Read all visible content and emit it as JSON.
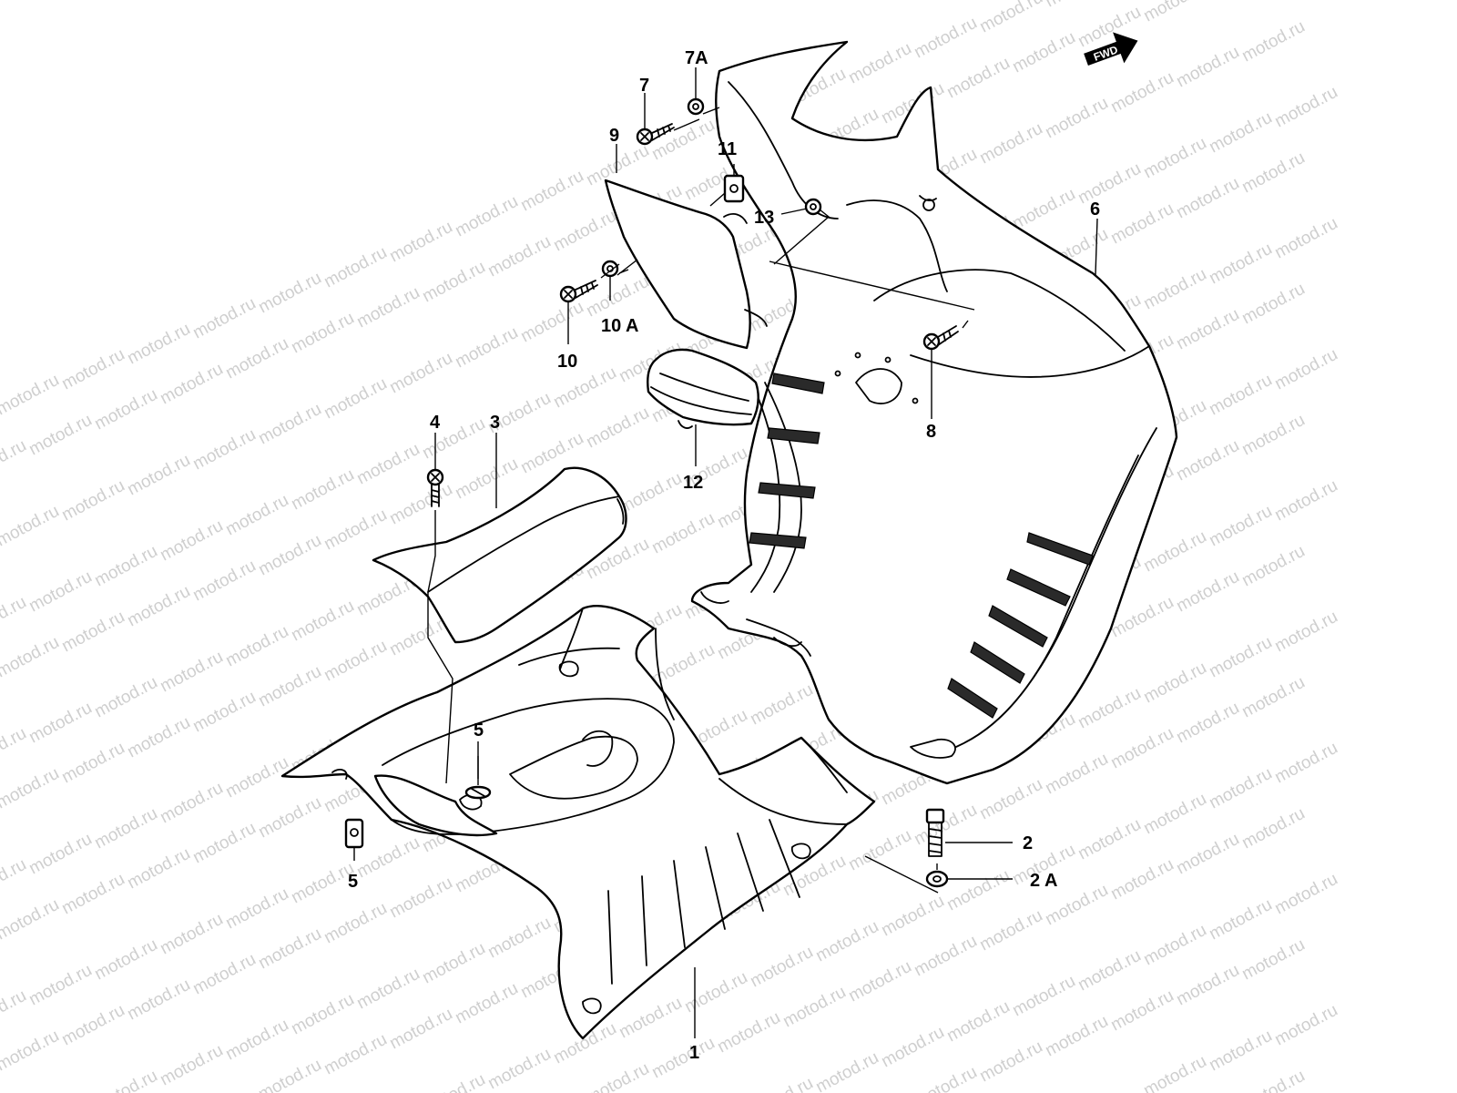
{
  "watermark": {
    "text": "motod.ru"
  },
  "direction_badge": {
    "label": "FWD",
    "icon": "forward-arrow-icon"
  },
  "callouts": [
    {
      "id": "c7a",
      "label": "7A"
    },
    {
      "id": "c7",
      "label": "7"
    },
    {
      "id": "c9",
      "label": "9"
    },
    {
      "id": "c11",
      "label": "11"
    },
    {
      "id": "c13",
      "label": "13"
    },
    {
      "id": "c6",
      "label": "6"
    },
    {
      "id": "c10a",
      "label": "10 A"
    },
    {
      "id": "c10",
      "label": "10"
    },
    {
      "id": "c8",
      "label": "8"
    },
    {
      "id": "c12",
      "label": "12"
    },
    {
      "id": "c4",
      "label": "4"
    },
    {
      "id": "c3",
      "label": "3"
    },
    {
      "id": "c5a",
      "label": "5"
    },
    {
      "id": "c5b",
      "label": "5"
    },
    {
      "id": "c2",
      "label": "2"
    },
    {
      "id": "c2a",
      "label": "2 A"
    },
    {
      "id": "c1",
      "label": "1"
    }
  ],
  "colors": {
    "line": "#000000",
    "background": "#ffffff",
    "watermark": "#cfcfcf"
  }
}
